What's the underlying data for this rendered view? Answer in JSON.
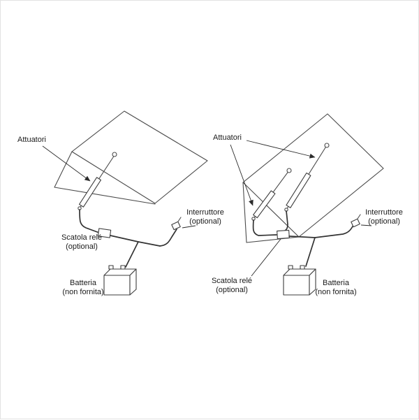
{
  "colors": {
    "background": "#ffffff",
    "line": "#4a4a4a",
    "wire": "#333333",
    "text": "#1a1a1a",
    "border": "#e2e2e2"
  },
  "diagrams": {
    "left": {
      "actuators_label": "Attuatori",
      "switch_label": "Interruttore",
      "switch_note": "(optional)",
      "relay_label": "Scatola relé",
      "relay_note": "(optional)",
      "battery_label": "Batteria",
      "battery_note": "(non fornita)"
    },
    "right": {
      "actuators_label": "Attuatori",
      "switch_label": "Interruttore",
      "switch_note": "(optional)",
      "relay_label": "Scatola relé",
      "relay_note": "(optional)",
      "battery_label": "Batteria",
      "battery_note": "(non fornita)"
    }
  }
}
